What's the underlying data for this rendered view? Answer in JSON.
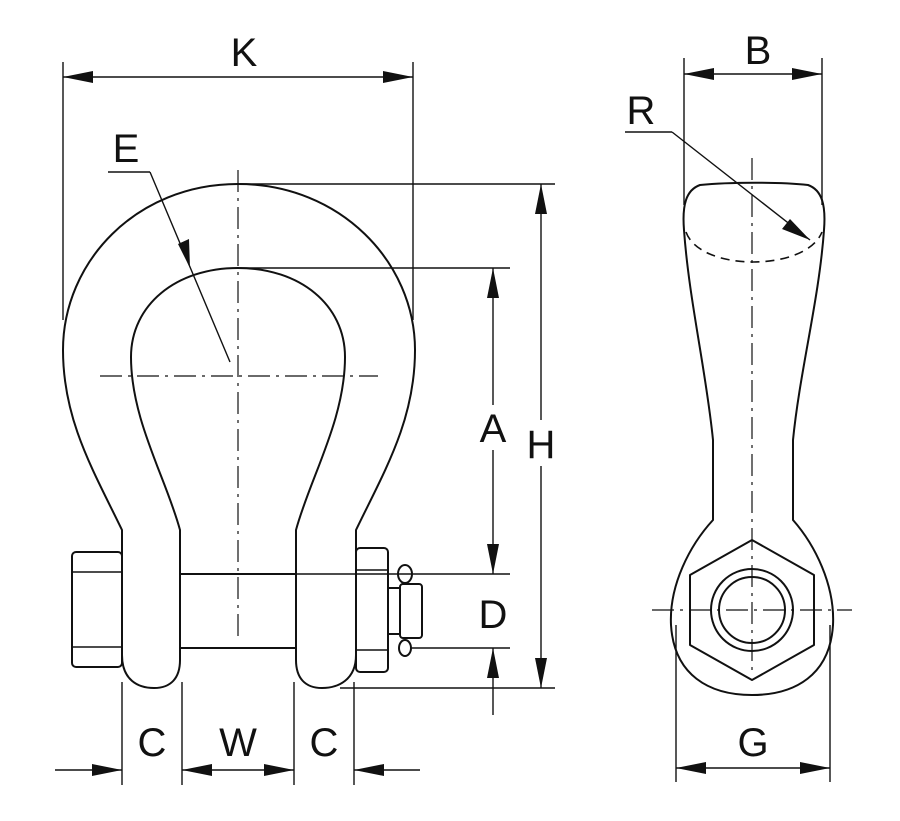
{
  "diagram": {
    "labels": {
      "K": "K",
      "E": "E",
      "A": "A",
      "H": "H",
      "D": "D",
      "C_left": "C",
      "W": "W",
      "C_right": "C",
      "B": "B",
      "R": "R",
      "G": "G"
    }
  }
}
